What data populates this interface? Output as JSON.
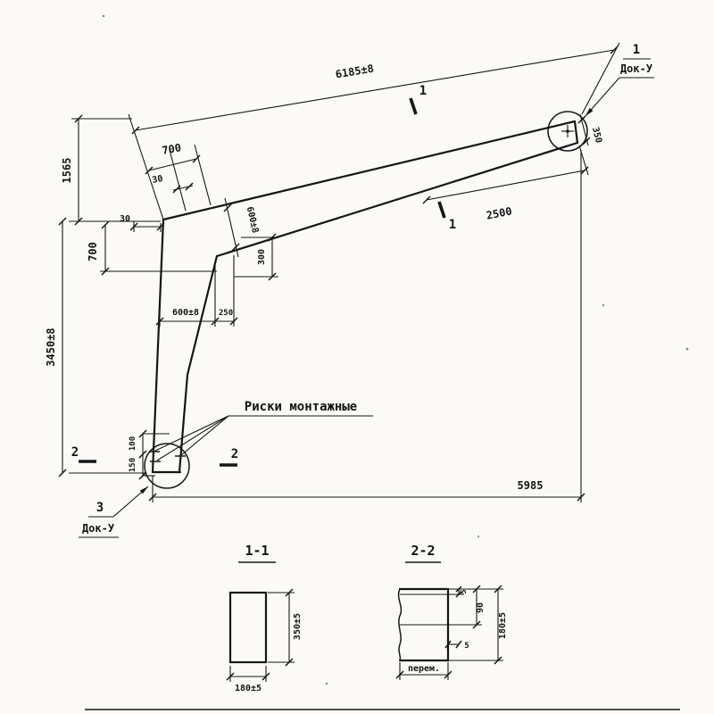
{
  "drawing": {
    "dims": {
      "beam_length": "6185±8",
      "rise": "1565",
      "column_height": "3450±8",
      "beam_offset_700": "700",
      "beam_offset_30": "30",
      "knee_offset_30": "30",
      "column_offset_700": "700",
      "beam_depth_knee": "600±8",
      "knee_300": "300",
      "column_width": "600±8",
      "column_offset_250": "250",
      "beam_tip_2500": "2500",
      "beam_depth_tip": "350",
      "span": "5985",
      "riska_100": "100",
      "riska_150": "150"
    },
    "callouts": {
      "top_detail_num": "1",
      "top_detail_doc": "Док-У",
      "bottom_detail_num": "3",
      "bottom_detail_doc": "Док-У",
      "riski_label": "Риски монтажные"
    },
    "section_marks": {
      "mark_1": "1",
      "mark_2": "2"
    },
    "sections": {
      "s11": {
        "title": "1-1",
        "height": "350±5",
        "width": "180±5"
      },
      "s22": {
        "title": "2-2",
        "top_5": "5",
        "mid_90": "90",
        "total_180": "180±5",
        "side_5": "5",
        "width_var": "перем."
      }
    }
  }
}
